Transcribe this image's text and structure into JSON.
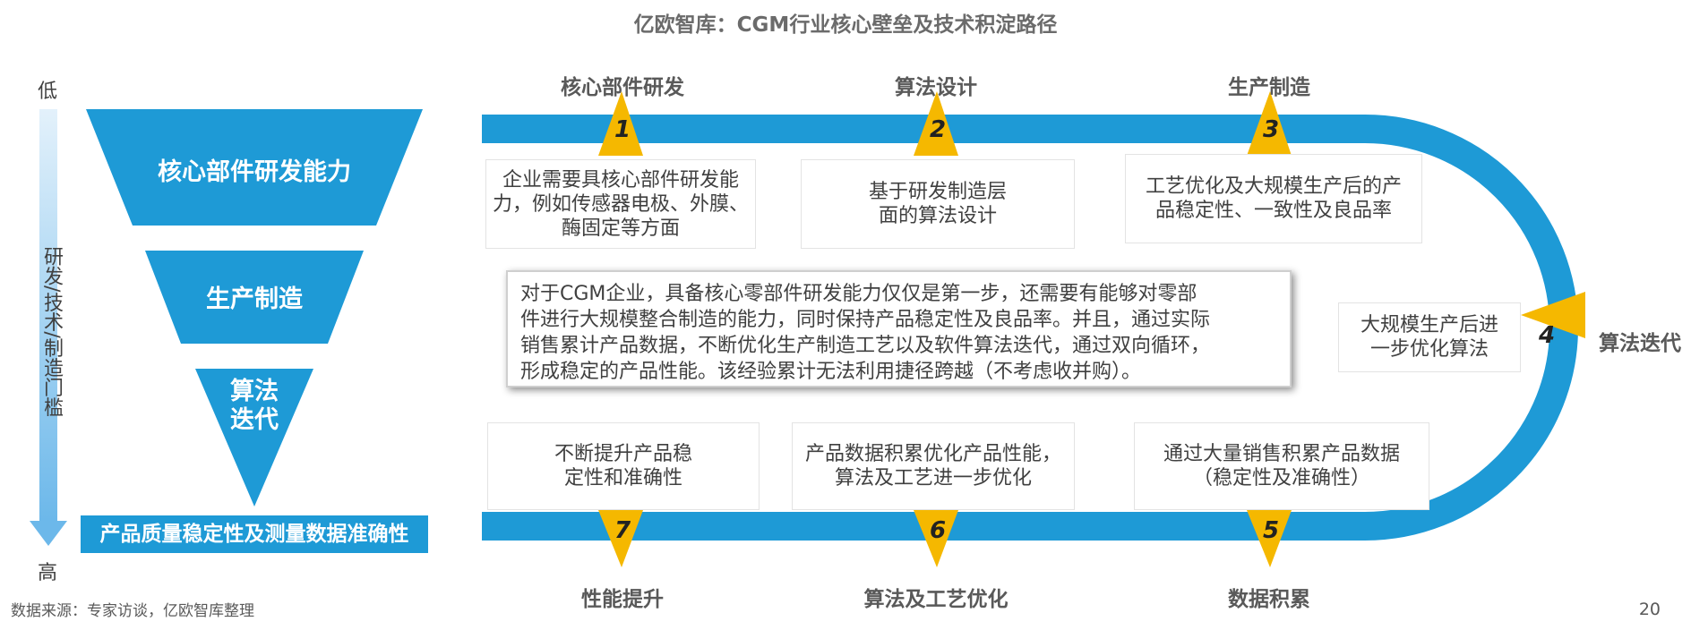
{
  "title": "亿欧智库：CGM行业核心壁垒及技术积淀路径",
  "axis": {
    "low": "低",
    "high": "高",
    "vertical_label": "研发/技术/制造门槛"
  },
  "funnel": {
    "level1": "核心部件研发能力",
    "level2": "生产制造",
    "level3a": "算法",
    "level3b": "迭代",
    "bottom": "产品质量稳定性及测量数据准确性"
  },
  "stages": {
    "s1": {
      "num": "1",
      "label": "核心部件研发",
      "desc": [
        "企业需要具核心部件研发能",
        "力，例如传感器电极、外膜、",
        "酶固定等方面"
      ]
    },
    "s2": {
      "num": "2",
      "label": "算法设计",
      "desc": [
        "基于研发制造层",
        "面的算法设计"
      ]
    },
    "s3": {
      "num": "3",
      "label": "生产制造",
      "desc": [
        "工艺优化及大规模生产后的产",
        "品稳定性、一致性及良品率"
      ]
    },
    "s4": {
      "num": "4",
      "label": "算法迭代",
      "desc": [
        "大规模生产后进",
        "一步优化算法"
      ]
    },
    "s5": {
      "num": "5",
      "label": "数据积累",
      "desc": [
        "通过大量销售积累产品数据",
        "（稳定性及准确性）"
      ]
    },
    "s6": {
      "num": "6",
      "label": "算法及工艺优化",
      "desc": [
        "产品数据积累优化产品性能，",
        "算法及工艺进一步优化"
      ]
    },
    "s7": {
      "num": "7",
      "label": "性能提升",
      "desc": [
        "不断提升产品稳",
        "定性和准确性"
      ]
    }
  },
  "center_text": [
    "对于CGM企业，具备核心零部件研发能力仅仅是第一步，还需要有能够对零部",
    "件进行大规模整合制造的能力，同时保持产品稳定性及良品率。并且，通过实际",
    "销售累计产品数据，不断优化生产制造工艺以及软件算法迭代，通过双向循环，",
    "形成稳定的产品性能。该经验累计无法利用捷径跨越（不考虑收并购）。"
  ],
  "footer": "数据来源：专家访谈，亿欧智库整理",
  "page_number": "20",
  "colors": {
    "primary_blue": "#1e9ad6",
    "marker_yellow": "#f5b800",
    "arrow_light": "#cfe8f8",
    "arrow_dark": "#6cb8ea"
  }
}
